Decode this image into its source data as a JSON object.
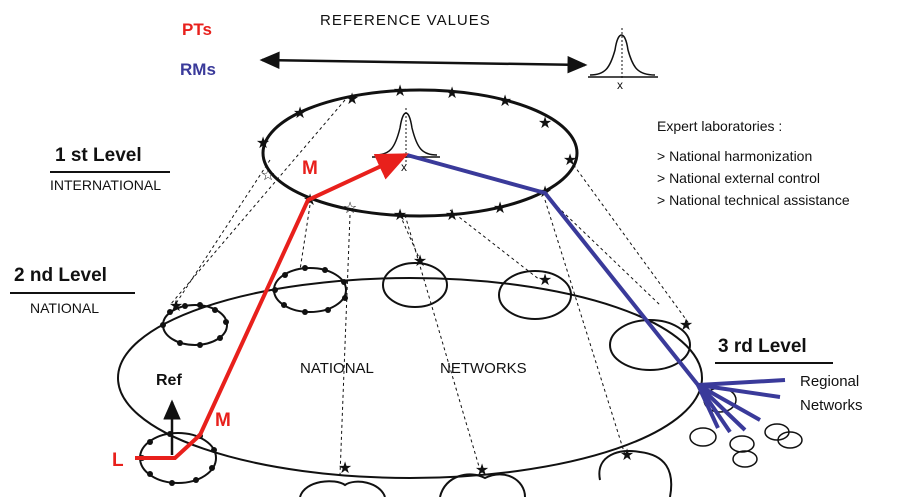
{
  "legend": {
    "pts": "PTs",
    "rms": "RMs",
    "pts_color": "#e8201c",
    "rms_color": "#3a3a9a"
  },
  "reference_values": "REFERENCE  VALUES",
  "levels": {
    "first": {
      "title": "1 st  Level",
      "subtitle": "INTERNATIONAL"
    },
    "second": {
      "title": "2 nd  Level",
      "subtitle": "NATIONAL"
    },
    "third": {
      "title": "3 rd  Level",
      "line1": "Regional",
      "line2": "Networks"
    }
  },
  "national_networks": {
    "left": "NATIONAL",
    "right": "NETWORKS"
  },
  "expert_labs": {
    "title": "Expert laboratories :",
    "items": [
      "> National harmonization",
      "> National external control",
      "> National technical assistance"
    ]
  },
  "path_labels": {
    "m_top": "M",
    "m_bottom": "M",
    "l": "L",
    "ref": "Ref"
  },
  "x_mark": "x"
}
